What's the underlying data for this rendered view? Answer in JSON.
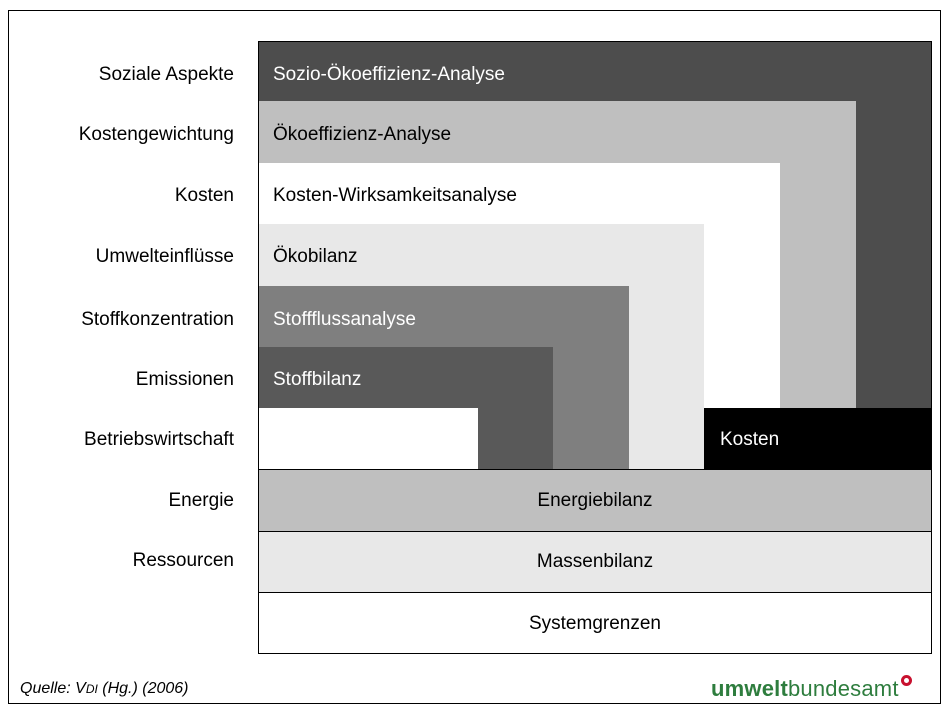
{
  "row_labels": [
    "Soziale Aspekte",
    "Kostengewichtung",
    "Kosten",
    "Umwelteinflüsse",
    "Stoffkonzentration",
    "Emissionen",
    "Betriebswirtschaft",
    "Energie",
    "Ressourcen"
  ],
  "blocks": {
    "sozio": "Sozio-Ökoeffizienz-Analyse",
    "oeko": "Ökoeffizienz-Analyse",
    "kosten_wirk": "Kosten-Wirksamkeitsanalyse",
    "oekobilanz": "Ökobilanz",
    "stofffluss": "Stoffflussanalyse",
    "stoffbilanz": "Stoffbilanz",
    "kosten": "Kosten",
    "energiebilanz": "Energiebilanz",
    "massenbilanz": "Massenbilanz",
    "systemgrenzen": "Systemgrenzen"
  },
  "colors": {
    "sozio": "#4d4d4d",
    "oeko": "#bfbfbf",
    "kosten_wirk": "#ffffff",
    "oekobilanz": "#e8e8e8",
    "stofffluss": "#7f7f7f",
    "stoffbilanz": "#595959",
    "kosten": "#000000",
    "energiebilanz": "#bfbfbf",
    "massenbilanz": "#e8e8e8"
  },
  "footer": {
    "source_prefix": "Quelle: ",
    "source_v": "V",
    "source_di": "DI",
    "source_suffix": " (Hg.) (2006)",
    "logo_bold": "umwelt",
    "logo_regular": "bundesamt"
  }
}
